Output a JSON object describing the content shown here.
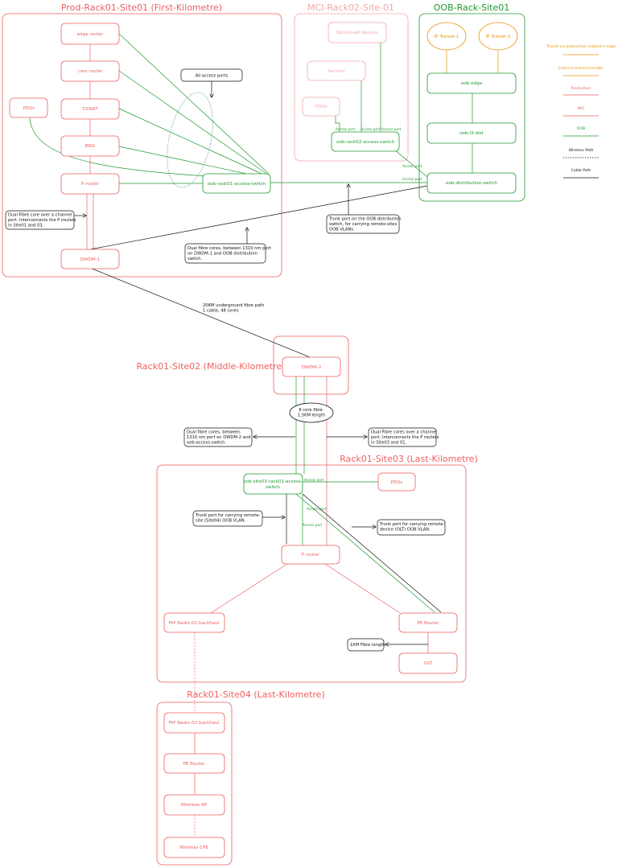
{
  "colors": {
    "prod": "#ee5f5f",
    "prod_light": "#f4a7a7",
    "oob": "#1f9a2e",
    "transit": "#e8940c",
    "text_dark": "#111111"
  },
  "containers": {
    "site01": {
      "title": "Prod-Rack01-Site01 (First-Kilometre)"
    },
    "mci": {
      "title": "MCI-Rack02-Site-01"
    },
    "oob": {
      "title": "OOB-Rack-Site01"
    },
    "site02": {
      "title": "Rack01-Site02 (Middle-Kilometre)"
    },
    "site03": {
      "title": "Rack01-Site03 (Last-Kilometre)"
    },
    "site04": {
      "title": "Rack01-Site04 (Last-Kilometre)"
    }
  },
  "nodes": {
    "edge_router": "edge router",
    "core_router": "core router",
    "cgnat": "CGNAT",
    "bng": "BNG",
    "p_router_s1": "P router",
    "dwdm1": "DWDM-1",
    "pdus_s1": "PDUs",
    "oob_rack01_access_switch": "oob-rack01-access-switch",
    "spine_leaf": "Spine/Leaf devices",
    "servers": "Servers",
    "pdus_mci": "PDUs",
    "oob_rack02_access_switch": "oob-rack02-access-switch",
    "ip_transit_1": "IP Transit-1",
    "ip_transit_2": "IP Transit-2",
    "oob_edge": "oob-edge",
    "oob_l3_dist": "oob-l3-dist",
    "oob_distribution_switch": "oob-distribution-switch",
    "dwdm2": "DWDM-2",
    "oob_site03_switch_line1": "oob-site03-rack01-access-",
    "oob_site03_switch_line2": "switch",
    "pdus_s3": "PDUs",
    "p_router_s3": "P router",
    "ptp_radio_01": "PtP Radio-01 backhaul",
    "pe_router_s3": "PE Router",
    "olt": "OLT",
    "ptp_radio_02": "PtP Radio-02 backhaul",
    "pe_router_s4": "PE Router",
    "wireless_ap": "Wireless AP",
    "wireless_cpe": "Wireless CPE"
  },
  "port_labels": {
    "access_port": "Access port"
  },
  "annotations": {
    "all_access_ports": "All access ports",
    "dual_fibre_s1": [
      "Dual Fibre core over a channel",
      "port. Interconnects the P routers",
      "in Site01 and 03."
    ],
    "dual_fibre_1310": [
      "Dual fibre cores, between 1310 nm port",
      "on DWDM-1 and OOB distribution",
      "switch."
    ],
    "trunk_oob_dist": [
      "Trunk port on the OOB distribution",
      "switch, for carrying remote-sites",
      "OOB VLANs."
    ],
    "underground": [
      "20KM underground fibre path",
      "1 cable, 48 cores"
    ],
    "core_fibre": [
      "8 core fibre",
      "1.5KM length"
    ],
    "dual_fibre_dwdm2": [
      "Dual fibre cores, between",
      "1310 nm port on DWDM-2 and",
      "oob-access-switch."
    ],
    "dual_fibre_s3": [
      "Dual Fibre cores over a channel",
      "port. Interconnects the P routers",
      "in Site03 and 01."
    ],
    "trunk_site04": [
      "Trunk port for carrying remote-",
      "site (Site04) OOB VLAN."
    ],
    "trunk_olt": [
      "Trunk port for carrying remote-",
      "device (OLT) OOB VLAN."
    ],
    "olt_fibre": [
      "1KM Fibre length."
    ]
  },
  "legend": {
    "transit_edge": "Transit via production network's edge",
    "external_transit": "External transit provider",
    "production": "Production",
    "mci": "MCI",
    "oob": "OOB",
    "wireless_path": "Wireless Path",
    "cable_path": "Cable Path"
  }
}
